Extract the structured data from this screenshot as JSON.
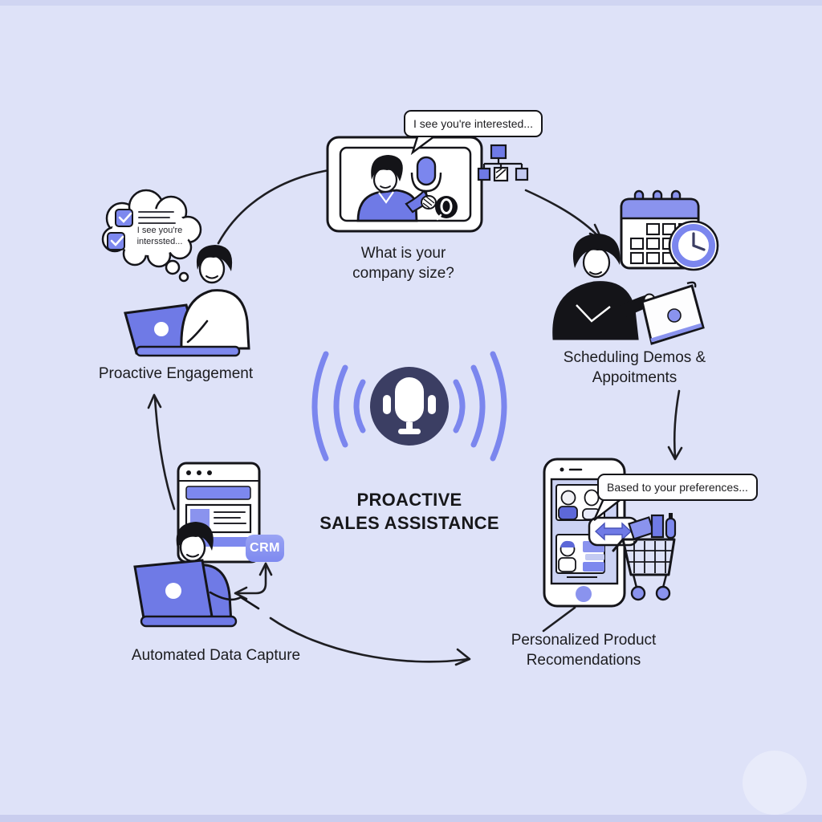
{
  "palette": {
    "background": "#dee2f8",
    "accent_purple": "#7b86ee",
    "laptop_purple": "#6f7ae6",
    "light_purple": "#c3caf2",
    "navy_circle": "#3b3e63",
    "ink": "#1c1c1f",
    "white": "#ffffff"
  },
  "center": {
    "title_line1": "PROACTIVE",
    "title_line2": "SALES ASSISTANCE",
    "icon": "voice-assistant-microphone-with-sound-waves"
  },
  "top_node": {
    "speech_bubble": "I see you're interested...",
    "caption_line1": "What is your",
    "caption_line2": "company size?",
    "icons": [
      "video-call-frame",
      "handheld-microphone",
      "record-badge",
      "org-chart"
    ]
  },
  "right_node": {
    "caption_line1": "Scheduling Demos &",
    "caption_line2": "Appoitments",
    "icons": [
      "calendar",
      "clock",
      "person-with-laptop"
    ]
  },
  "left_node": {
    "thought_line1": "I see you're",
    "thought_line2": "interssted...",
    "caption": "Proactive Engagement",
    "icons": [
      "thought-bubble",
      "checkbox-checked",
      "person-with-laptop"
    ]
  },
  "bottom_left_node": {
    "badge": "CRM",
    "caption": "Automated Data Capture",
    "icons": [
      "browser-window",
      "crm-badge",
      "person-with-laptop",
      "elbow-double-arrow"
    ]
  },
  "bottom_right_node": {
    "speech_bubble": "Based to your preferences...",
    "caption_line1": "Personalized Product",
    "caption_line2": "Recomendations",
    "icons": [
      "smartphone",
      "video-chat-contacts",
      "swap-arrows-chip",
      "shopping-cart"
    ]
  }
}
